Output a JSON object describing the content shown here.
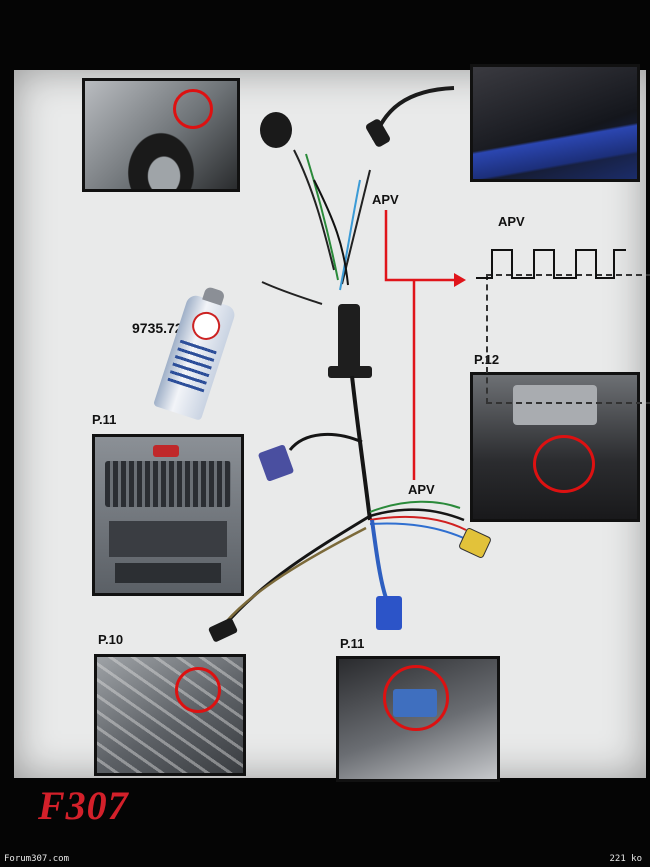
{
  "diagram": {
    "part_number": "9735.72",
    "apv_label_top": "APV",
    "apv_label_box": "APV",
    "apv_label_bottom": "APV",
    "photo_labels": {
      "p11_top": "P.11",
      "p12": "P.12",
      "p10": "P.10",
      "p11_bottom": "P.11"
    }
  },
  "watermark": {
    "brand": "F307",
    "site": "Forum307.com",
    "filesize": "221 ko"
  },
  "colors": {
    "red": "#d3202a",
    "signal_red": "#e0141a",
    "sheet": "#e9eaea"
  }
}
